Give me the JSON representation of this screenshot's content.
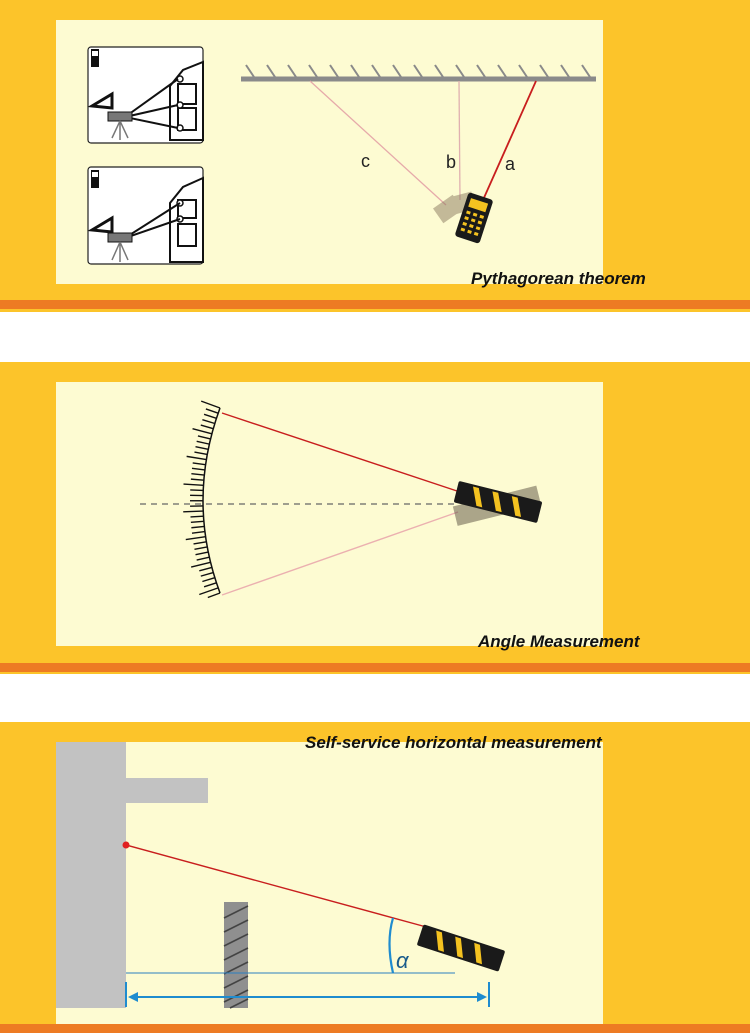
{
  "panels": {
    "pythagorean": {
      "caption": "Pythagorean theorem",
      "labels": {
        "a": "a",
        "b": "b",
        "c": "c"
      }
    },
    "angle": {
      "caption": "Angle Measurement"
    },
    "horizontal": {
      "caption": "Self-service horizontal measurement",
      "alpha_label": "α"
    }
  },
  "colors": {
    "panel_bg": "#fcc42a",
    "inner_bg": "#fdfbd2",
    "stripe": "#ed7b23",
    "laser": "#c81e1e",
    "wall": "#c2c2c2",
    "arrow": "#1f8ccf"
  },
  "icons": [
    "laser-meter-icon",
    "tripod-icon",
    "house-icon",
    "ceiling-hatch-icon",
    "protractor-scale-icon"
  ]
}
